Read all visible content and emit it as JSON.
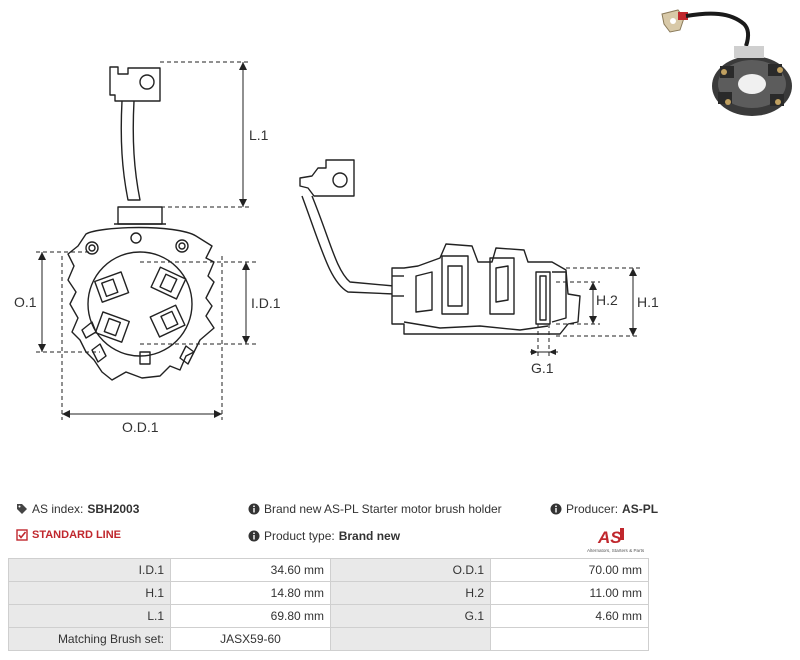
{
  "dimensions": {
    "l1": "L.1",
    "od1_left": "O.1",
    "id1": "I.D.1",
    "od1_bottom": "O.D.1",
    "h2": "H.2",
    "h1": "H.1",
    "g1": "G.1"
  },
  "info": {
    "as_index_label": "AS index:",
    "as_index_value": "SBH2003",
    "line_label": "STANDARD LINE",
    "description": "Brand new AS-PL Starter motor brush holder",
    "product_type_label": "Product type:",
    "product_type_value": "Brand new",
    "producer_label": "Producer:",
    "producer_value": "AS-PL"
  },
  "logo": {
    "mark": "AS",
    "tagline": "Alternators, Starters & Parts",
    "color": "#c0272d"
  },
  "specs": {
    "rows": [
      {
        "l1": "I.D.1",
        "v1": "34.60 mm",
        "l2": "O.D.1",
        "v2": "70.00 mm"
      },
      {
        "l1": "H.1",
        "v1": "14.80 mm",
        "l2": "H.2",
        "v2": "11.00 mm"
      },
      {
        "l1": "L.1",
        "v1": "69.80 mm",
        "l2": "G.1",
        "v2": "4.60 mm"
      },
      {
        "l1": "Matching Brush set:",
        "v1": "JASX59-60",
        "l2": "",
        "v2": ""
      }
    ]
  },
  "icons": {
    "tag": "tag-icon",
    "info": "info-icon",
    "check": "check-square-icon"
  }
}
